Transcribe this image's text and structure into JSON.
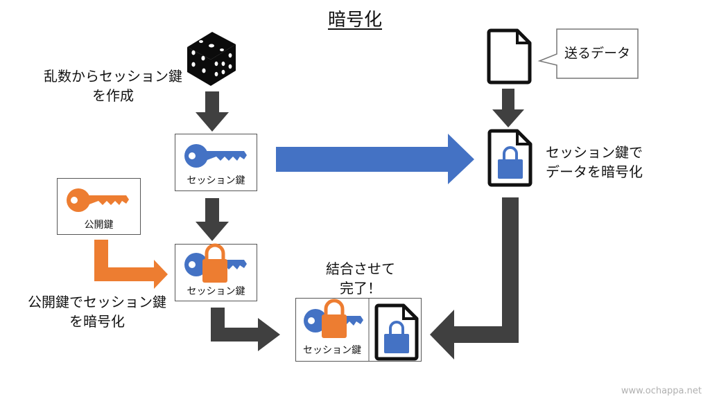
{
  "title": "暗号化",
  "labels": {
    "random_key_line1": "乱数からセッション鍵",
    "random_key_line2": "を作成",
    "send_data": "送るデータ",
    "encrypt_data_line1": "セッション鍵で",
    "encrypt_data_line2": "データを暗号化",
    "encrypt_key_line1": "公開鍵でセッション鍵",
    "encrypt_key_line2": "を暗号化",
    "combine_line1": "結合させて",
    "combine_line2": "完了！"
  },
  "boxes": {
    "session_key": "セッション鍵",
    "public_key": "公開鍵",
    "encrypted_session_key": "セッション鍵",
    "combined_session_key": "セッション鍵"
  },
  "watermark": "www.ochappa.net",
  "colors": {
    "arrow_gray": "#404040",
    "arrow_blue": "#4472C4",
    "arrow_orange": "#ED7D31",
    "key_blue": "#4472C4",
    "key_orange": "#ED7D31"
  }
}
